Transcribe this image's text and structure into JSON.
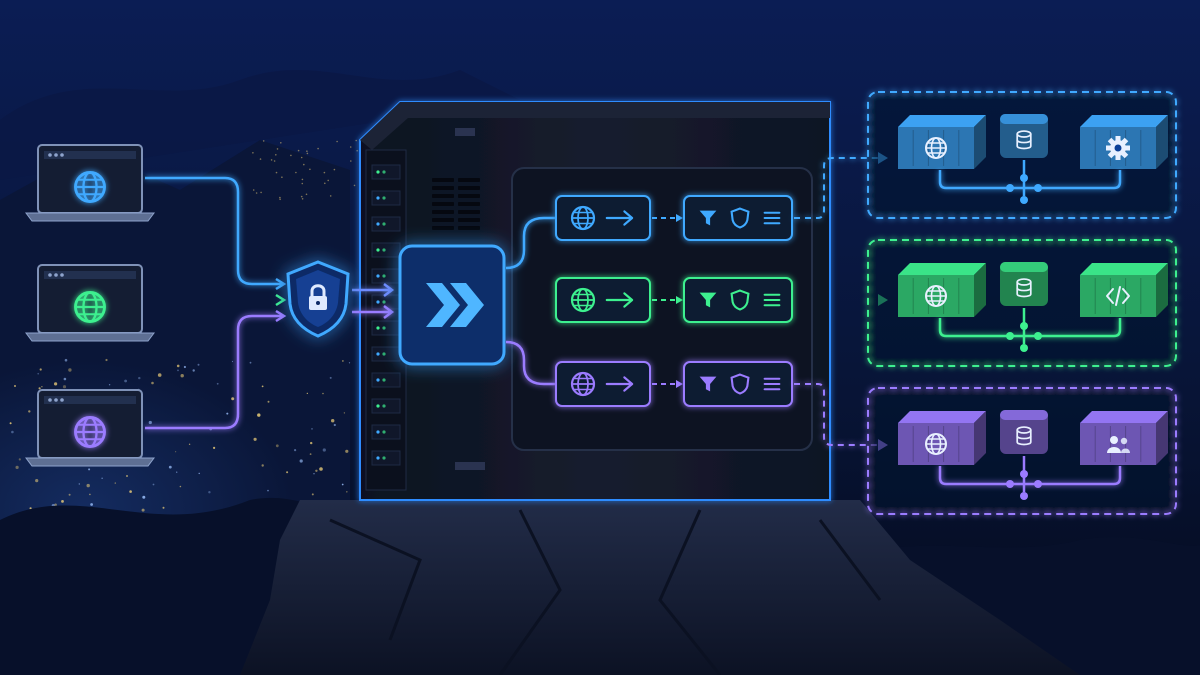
{
  "colors": {
    "sky_top": "#0a1a4a",
    "sky_bottom": "#06102c",
    "blue": "#3fa9ff",
    "green": "#3df08f",
    "purple": "#9b7bff",
    "server_body": "#121826",
    "server_edge": "#2f8cff",
    "rock": "#1a2238"
  },
  "clients": [
    {
      "name": "client-laptop-blue",
      "icon": "globe-icon",
      "color": "#3fa9ff"
    },
    {
      "name": "client-laptop-green",
      "icon": "globe-icon",
      "color": "#3df08f"
    },
    {
      "name": "client-laptop-purple",
      "icon": "globe-icon",
      "color": "#9b7bff"
    }
  ],
  "gateway": {
    "icon": "shield-lock-icon",
    "color": "#3fa9ff"
  },
  "router": {
    "icon": "double-chevron-icon",
    "color": "#3fa9ff"
  },
  "pipelines": [
    {
      "color": "#3fa9ff",
      "request_icons": [
        "globe-icon",
        "arrow-right-icon"
      ],
      "policy_icons": [
        "filter-icon",
        "shield-icon",
        "menu-lines-icon"
      ]
    },
    {
      "color": "#3df08f",
      "request_icons": [
        "globe-icon",
        "arrow-right-icon"
      ],
      "policy_icons": [
        "filter-icon",
        "shield-icon",
        "menu-lines-icon"
      ]
    },
    {
      "color": "#9b7bff",
      "request_icons": [
        "globe-icon",
        "arrow-right-icon"
      ],
      "policy_icons": [
        "filter-icon",
        "shield-icon",
        "menu-lines-icon"
      ]
    }
  ],
  "service_groups": [
    {
      "color": "#3fa9ff",
      "services": [
        "globe-icon",
        "database-icon",
        "gear-icon"
      ]
    },
    {
      "color": "#3df08f",
      "services": [
        "globe-icon",
        "database-icon",
        "code-icon"
      ]
    },
    {
      "color": "#9b7bff",
      "services": [
        "globe-icon",
        "database-icon",
        "users-icon"
      ]
    }
  ]
}
